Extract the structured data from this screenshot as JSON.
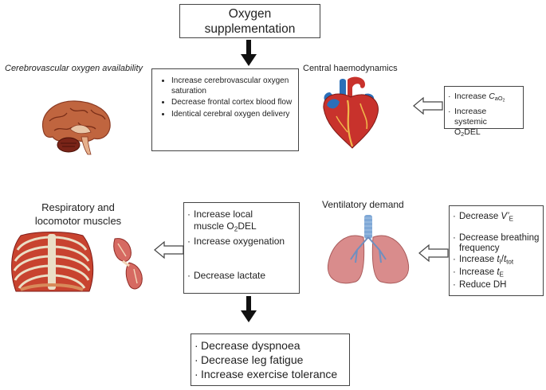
{
  "top_box": {
    "line1": "Oxygen",
    "line2": "supplementation"
  },
  "cerebro": {
    "heading": "Cerebrovascular oxygen availability",
    "items": [
      "Increase cerebrovascular oxygen saturation",
      "Decrease frontal cortex blood flow",
      "Identical cerebral oxygen delivery"
    ]
  },
  "central": {
    "heading": "Central haemodynamics",
    "item1_prefix": "Increase ",
    "item1_var": "C",
    "item1_sub": "aO",
    "item1_sub2": "2",
    "item2_line1": "Increase systemic",
    "item2_o": "O",
    "item2_sub": "2",
    "item2_rest": "DEL"
  },
  "resp": {
    "heading_line1": "Respiratory and",
    "heading_line2": "locomotor muscles"
  },
  "local": {
    "item1_line1": "Increase local",
    "item1_pre": "muscle O",
    "item1_sub": "2",
    "item1_post": "DEL",
    "item2": "Increase oxygenation",
    "item3": "Decrease lactate"
  },
  "vent": {
    "heading": "Ventilatory demand",
    "item1_prefix": "Decrease ",
    "item1_var": "V’",
    "item1_sub": "E",
    "item2_line1": "Decrease breathing",
    "item2_line2": "frequency",
    "item3_prefix": "Increase ",
    "item3_var1": "t",
    "item3_sub1": "I",
    "item3_slash": "/",
    "item3_var2": "t",
    "item3_sub2": "tot",
    "item4_prefix": "Increase ",
    "item4_var": "t",
    "item4_sub": "E",
    "item5": "Reduce DH"
  },
  "outcome": {
    "items": [
      "Decrease dyspnoea",
      "Decrease leg fatigue",
      "Increase exercise tolerance"
    ]
  },
  "colors": {
    "arrow": "#111111",
    "heart_red": "#c8322c",
    "heart_blue": "#2b6fb8",
    "lung": "#d98c8c",
    "brain": "#b85a3c"
  },
  "icons": [
    "brain-illustration",
    "heart-illustration",
    "lungs-illustration",
    "ribcage-illustration",
    "muscle-illustration"
  ]
}
